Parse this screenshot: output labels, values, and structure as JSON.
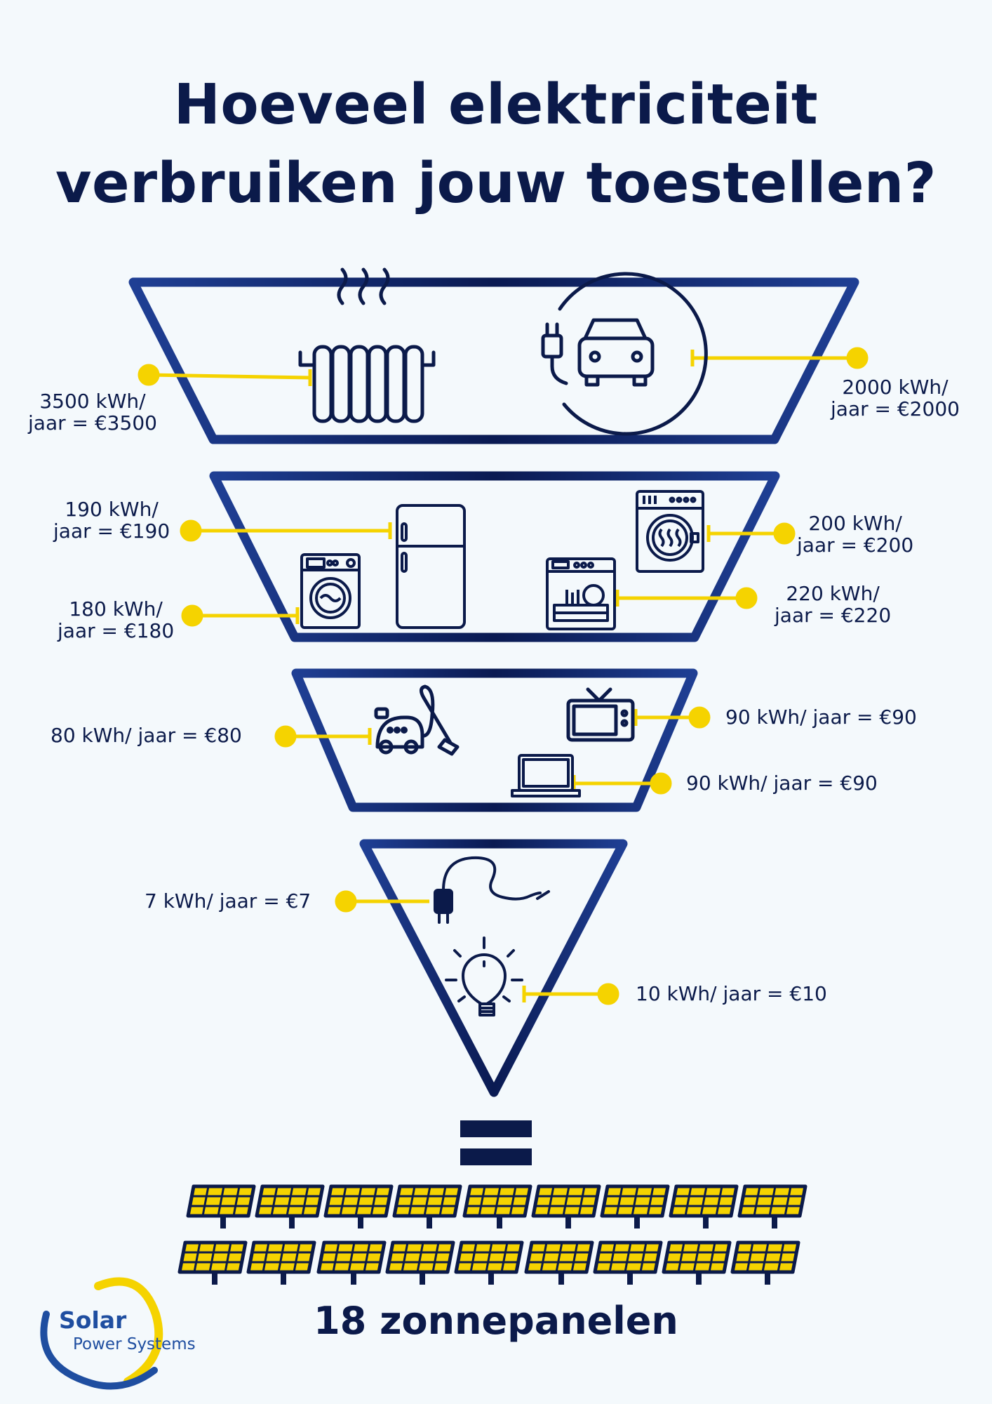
{
  "title": {
    "line1": "Hoeveel elektriciteit",
    "line2": "verbruiken jouw toestellen?"
  },
  "colors": {
    "navy": "#0b1a4a",
    "frame_blue": "#1f3f94",
    "accent_yellow": "#f5d300",
    "background": "#f4f9fc"
  },
  "tiers": [
    {
      "appliances": [
        {
          "icon": "radiator-icon",
          "line1": "3500 kWh/",
          "line2": "jaar = €3500"
        },
        {
          "icon": "electric-car-icon",
          "line1": "2000 kWh/",
          "line2": "jaar = €2000"
        }
      ]
    },
    {
      "appliances": [
        {
          "icon": "fridge-icon",
          "line1": "190 kWh/",
          "line2": "jaar = €190"
        },
        {
          "icon": "washing-machine-icon",
          "line1": "180 kWh/",
          "line2": "jaar = €180"
        },
        {
          "icon": "dryer-icon",
          "line1": "200 kWh/",
          "line2": "jaar = €200"
        },
        {
          "icon": "dishwasher-icon",
          "line1": "220 kWh/",
          "line2": "jaar = €220"
        }
      ]
    },
    {
      "appliances": [
        {
          "icon": "vacuum-cleaner-icon",
          "text": "80 kWh/ jaar = €80"
        },
        {
          "icon": "tv-icon",
          "text": "90 kWh/ jaar = €90"
        },
        {
          "icon": "laptop-icon",
          "text": "90 kWh/ jaar = €90"
        }
      ]
    },
    {
      "appliances": [
        {
          "icon": "charger-icon",
          "text": "7 kWh/ jaar = €7"
        },
        {
          "icon": "light-bulb-icon",
          "text": "10 kWh/ jaar = €10"
        }
      ]
    }
  ],
  "equals_icon": "equals-icon",
  "solar_panels": {
    "count": 18,
    "icon": "solar-panel-icon",
    "label": "18 zonnepanelen"
  },
  "logo": {
    "line1": "Solar",
    "line2": "Power Systems"
  }
}
